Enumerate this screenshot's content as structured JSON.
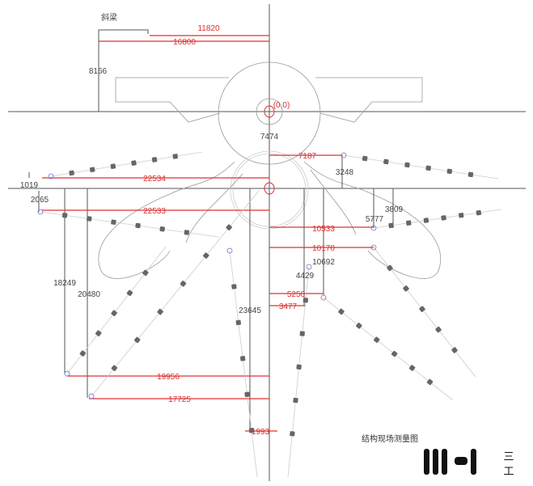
{
  "title": "结构现场测量图",
  "beam_label": "斜梁",
  "origin_label": "(0,0)",
  "logo_text": "三工",
  "colors": {
    "dimension": "#e03030",
    "line": "#555555",
    "anchor": "#7070d0"
  },
  "dimensions": {
    "d11820": "11820",
    "d16800": "16800",
    "d8166": "8166",
    "d7474": "7474",
    "d7187": "7187",
    "d3248": "3248",
    "d22534": "22534",
    "d1019": "1019",
    "d2065": "2065",
    "d22533": "22533",
    "d3809": "3809",
    "d5777": "5777",
    "d10533": "10533",
    "d10170": "10170",
    "d10692": "10692",
    "d4429": "4429",
    "d18249": "18249",
    "d20480": "20480",
    "d5250": "5250",
    "d3477": "3477",
    "d23645": "23645",
    "d19956": "19956",
    "d17725": "17725",
    "d1993": "1993"
  }
}
